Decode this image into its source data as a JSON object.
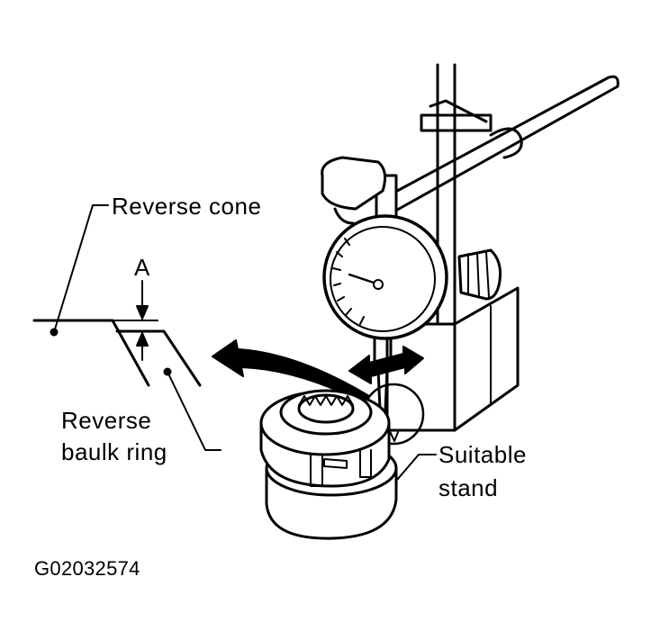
{
  "labels": {
    "reverse_cone": "Reverse cone",
    "dimension_a": "A",
    "reverse_baulk_ring_line1": "Reverse",
    "reverse_baulk_ring_line2": "baulk ring",
    "suitable_stand_line1": "Suitable",
    "suitable_stand_line2": "stand"
  },
  "figure_code": "G02032574"
}
